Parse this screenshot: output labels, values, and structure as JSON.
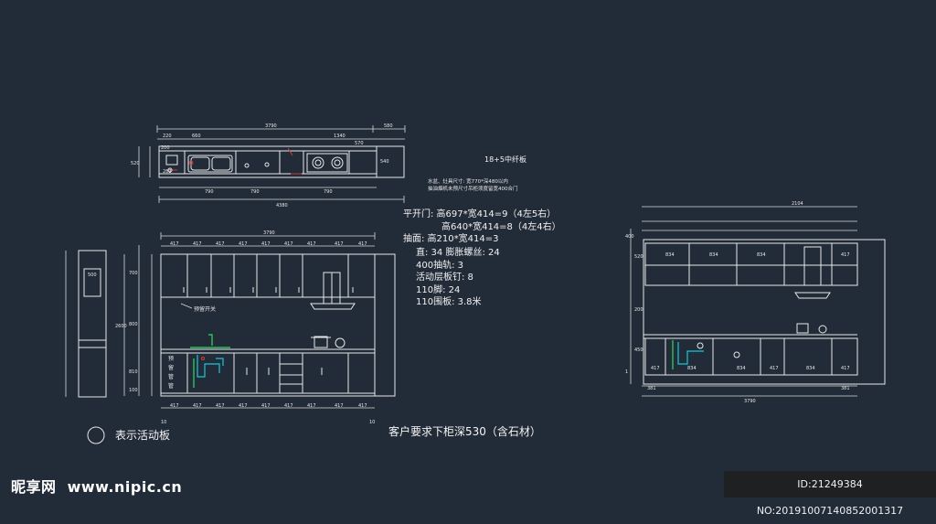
{
  "top_plan": {
    "dims_top": [
      "3790",
      "580"
    ],
    "dims_second": [
      "220",
      "660",
      "1340",
      "570"
    ],
    "dims_bottom": [
      "790",
      "790",
      "790"
    ],
    "overall": "4380",
    "side_depth": "520",
    "small_labels": [
      "200",
      "282",
      "540",
      "500"
    ]
  },
  "notes": {
    "material": "18+5中纤板",
    "note_line1": "水盆、灶具尺寸: 宽770*深480以内",
    "note_line2": "抽油烟机未预尺寸吊柜须度留宽400合门"
  },
  "spec_list": [
    "平开门: 高697*宽414=9（4左5右）",
    "高640*宽414=8（4左4右）",
    "抽面: 高210*宽414=3",
    "直: 34 膨胀螺丝: 24",
    "400抽轨: 3",
    "活动层板钉: 8",
    "110脚: 24",
    "110围板: 3.8米"
  ],
  "front_elev": {
    "overall": "3790",
    "cell_dims": [
      "417",
      "417",
      "417",
      "417",
      "417",
      "417",
      "417",
      "417",
      "417"
    ],
    "left_heights": [
      "2600",
      "700",
      "800",
      "810",
      "100"
    ],
    "annot_left": "预留开关",
    "annot_side": [
      "预",
      "留",
      "管",
      "管"
    ],
    "bottom_small": [
      "10",
      "10"
    ]
  },
  "right_elev": {
    "overall_top": "2104",
    "overall_bottom": "3790",
    "cell_top": [
      "834",
      "834",
      "834",
      "417"
    ],
    "cell_bottom": [
      "417",
      "834",
      "834",
      "417",
      "834",
      "417"
    ],
    "edge_left": "381",
    "edge_right": "381",
    "side_dims": [
      "400",
      "520",
      "200",
      "450",
      "1"
    ]
  },
  "legend": {
    "circle_label": "表示活动板"
  },
  "footer_note": "客户要求下柜深530（含石材）",
  "watermark": {
    "brand": "昵享网",
    "site": "www.nipic.cn"
  },
  "id_bar": "ID:21249384 NO:20191007140852001317"
}
